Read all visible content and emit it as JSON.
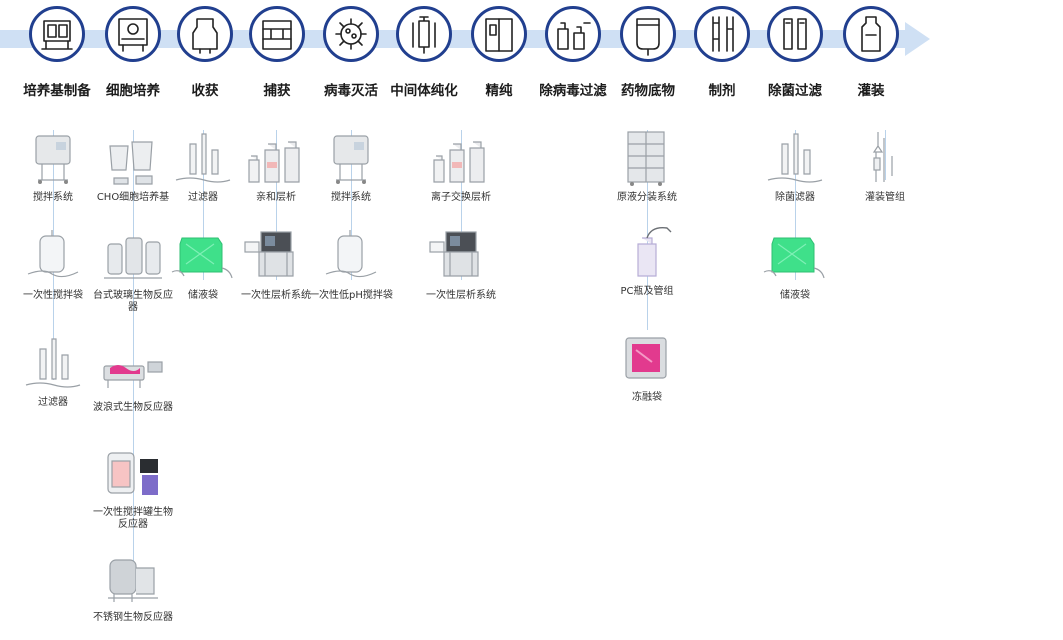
{
  "colors": {
    "ring": "#213f8f",
    "arrow": "#cfe0f4",
    "line": "#b9d2ea",
    "green": "#3fe08a",
    "pink": "#e23a8e"
  },
  "stages": [
    {
      "label": "培养基制备",
      "icon": "media-prep-station-icon"
    },
    {
      "label": "细胞培养",
      "icon": "cell-culture-machine-icon"
    },
    {
      "label": "收获",
      "icon": "harvest-vessel-icon"
    },
    {
      "label": "捕获",
      "icon": "capture-cabinet-icon"
    },
    {
      "label": "病毒灭活",
      "icon": "virus-icon"
    },
    {
      "label": "中间体纯化",
      "icon": "chromatography-column-icon"
    },
    {
      "label": "精纯",
      "icon": "polishing-cabinet-icon"
    },
    {
      "label": "除病毒过滤",
      "icon": "virus-filter-bottles-icon"
    },
    {
      "label": "药物底物",
      "icon": "drug-substance-bag-icon"
    },
    {
      "label": "制剂",
      "icon": "formulation-tubes-icon"
    },
    {
      "label": "除菌过滤",
      "icon": "sterile-filter-cartridges-icon"
    },
    {
      "label": "灌装",
      "icon": "filling-bottle-icon"
    }
  ],
  "columns": [
    {
      "items": [
        {
          "caption": "搅拌系统",
          "icon": "mixer-system-icon"
        },
        {
          "caption": "一次性搅拌袋",
          "icon": "mixing-bag-icon"
        },
        {
          "caption": "过滤器",
          "icon": "filter-capsules-icon"
        }
      ]
    },
    {
      "items": [
        {
          "caption": "CHO细胞培养基",
          "icon": "media-buckets-icon"
        },
        {
          "caption": "台式玻璃生物反应器",
          "icon": "glass-bioreactor-icon"
        },
        {
          "caption": "波浪式生物反应器",
          "icon": "wave-bioreactor-icon"
        },
        {
          "caption": "一次性搅拌罐生物反应器",
          "icon": "single-use-bioreactor-icon"
        },
        {
          "caption": "不锈钢生物反应器",
          "icon": "steel-bioreactor-icon"
        }
      ]
    },
    {
      "items": [
        {
          "caption": "过滤器",
          "icon": "filter-capsules-icon"
        },
        {
          "caption": "储液袋",
          "icon": "green-storage-bag-icon"
        }
      ]
    },
    {
      "items": [
        {
          "caption": "亲和层析",
          "icon": "resin-bottles-icon"
        },
        {
          "caption": "一次性层析系统",
          "icon": "chromatography-system-icon"
        }
      ]
    },
    {
      "items": [
        {
          "caption": "搅拌系统",
          "icon": "mixer-system-icon"
        },
        {
          "caption": "一次性低pH搅拌袋",
          "icon": "mixing-bag-icon"
        }
      ]
    },
    {
      "items": [
        {
          "caption": "离子交换层析",
          "icon": "resin-bottles-icon"
        },
        {
          "caption": "一次性层析系统",
          "icon": "chromatography-system-icon"
        }
      ]
    },
    {
      "items": [
        {
          "caption": "原液分装系统",
          "icon": "dispensing-rack-icon"
        },
        {
          "caption": "PC瓶及管组",
          "icon": "pc-bottle-icon"
        },
        {
          "caption": "冻融袋",
          "icon": "freeze-thaw-bag-icon"
        }
      ]
    },
    {
      "items": [
        {
          "caption": "除菌滤器",
          "icon": "filter-capsules-icon"
        },
        {
          "caption": "储液袋",
          "icon": "green-storage-bag-icon"
        }
      ]
    },
    {
      "items": [
        {
          "caption": "灌装管组",
          "icon": "filling-tubing-icon"
        }
      ]
    }
  ]
}
